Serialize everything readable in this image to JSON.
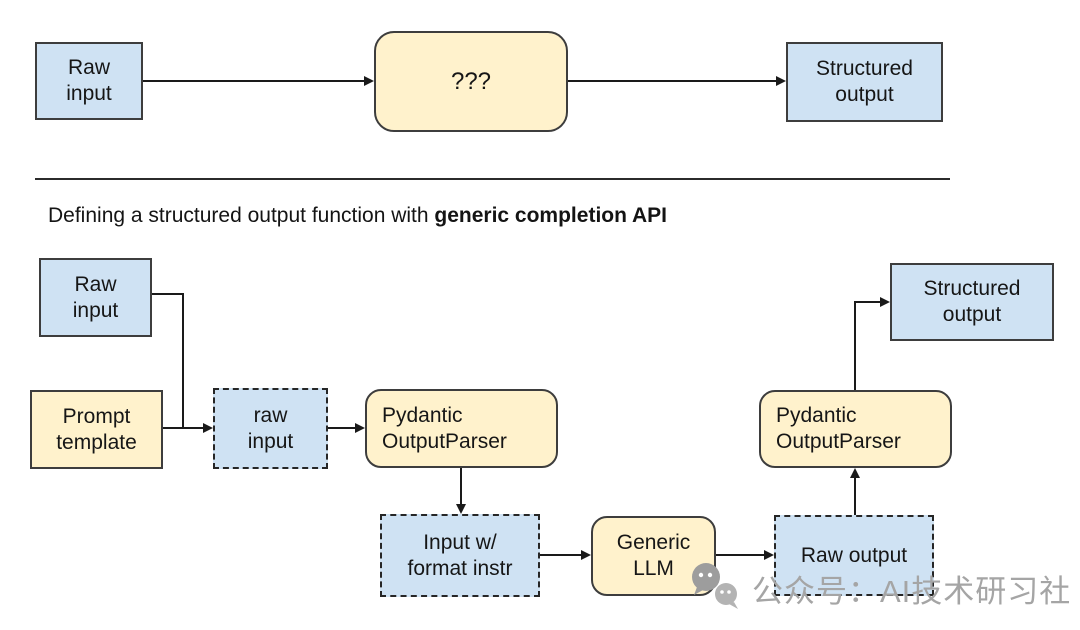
{
  "colors": {
    "blue_fill": "#cfe2f3",
    "yellow_fill": "#fff2cc",
    "border": "#3d3d3d",
    "arrow": "#1a1a1a",
    "watermark_gray": "#a5a5a5"
  },
  "top_diagram": {
    "raw_input": "Raw\ninput",
    "mystery": "???",
    "structured_output": "Structured\noutput"
  },
  "section_title": {
    "normal": "Defining a structured output function with ",
    "bold": "generic completion API"
  },
  "bottom_diagram": {
    "raw_input": "Raw\ninput",
    "prompt_template": "Prompt\ntemplate",
    "raw_input_data": "raw\ninput",
    "pydantic_parser_left": "Pydantic\nOutputParser",
    "input_with_format": "Input w/\nformat instr",
    "generic_llm": "Generic\nLLM",
    "raw_output": "Raw output",
    "pydantic_parser_right": "Pydantic\nOutputParser",
    "structured_output": "Structured\noutput"
  },
  "watermark": {
    "text": "公众号：AI技术研习社",
    "icon": "wechat-icon"
  }
}
